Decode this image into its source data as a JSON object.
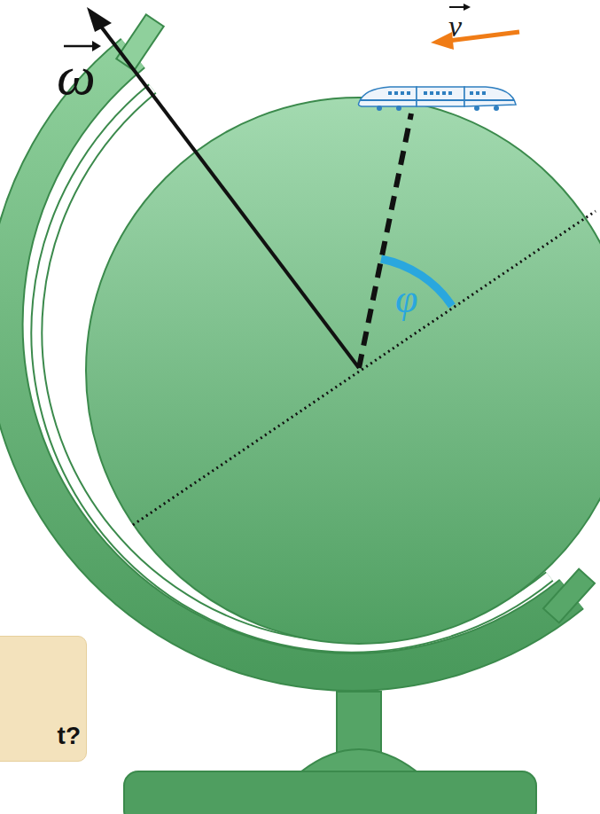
{
  "diagram": {
    "nodes": [
      {
        "text": [
          "t?"
        ]
      }
    ],
    "labels": [
      "ω",
      "v",
      "φ"
    ]
  }
}
